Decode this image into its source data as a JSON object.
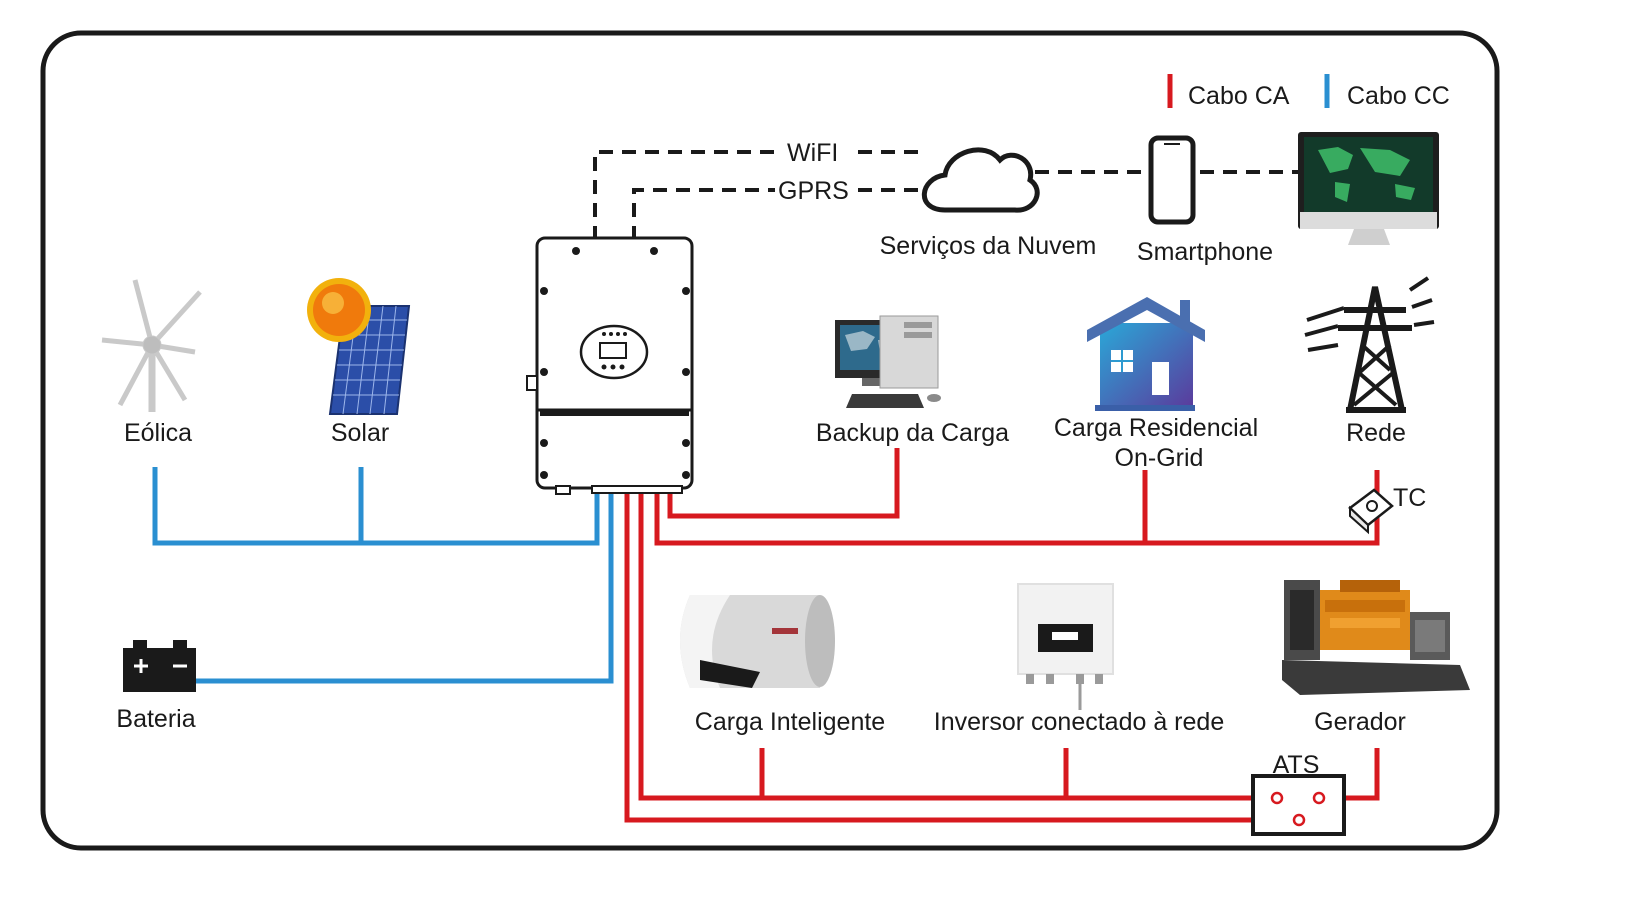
{
  "legend": {
    "ac_label": "Cabo CA",
    "dc_label": "Cabo CC",
    "ac_color": "#d7191f",
    "dc_color": "#2a8fd1"
  },
  "communication": {
    "wifi_label": "WiFI",
    "gprs_label": "GPRS"
  },
  "devices": {
    "cloud": "Serviços da Nuvem",
    "smartphone": "Smartphone",
    "wind": "Eólica",
    "solar": "Solar",
    "backup_load": "Backup da Carga",
    "home_load_line1": "Carga Residencial",
    "home_load_line2": "On-Grid",
    "grid": "Rede",
    "ct": "TC",
    "battery": "Bateria",
    "smart_load": "Carga Inteligente",
    "grid_inverter": "Inversor conectado à rede",
    "generator": "Gerador",
    "ats": "ATS"
  },
  "icons": [
    "cloud-icon",
    "smartphone-icon",
    "monitor-icon",
    "wind-turbine-icon",
    "solar-panel-icon",
    "hybrid-inverter-icon",
    "computer-icon",
    "house-icon",
    "transmission-tower-icon",
    "ct-clamp-icon",
    "battery-icon",
    "water-heater-icon",
    "grid-tie-inverter-icon",
    "generator-icon",
    "ats-switch-icon"
  ]
}
